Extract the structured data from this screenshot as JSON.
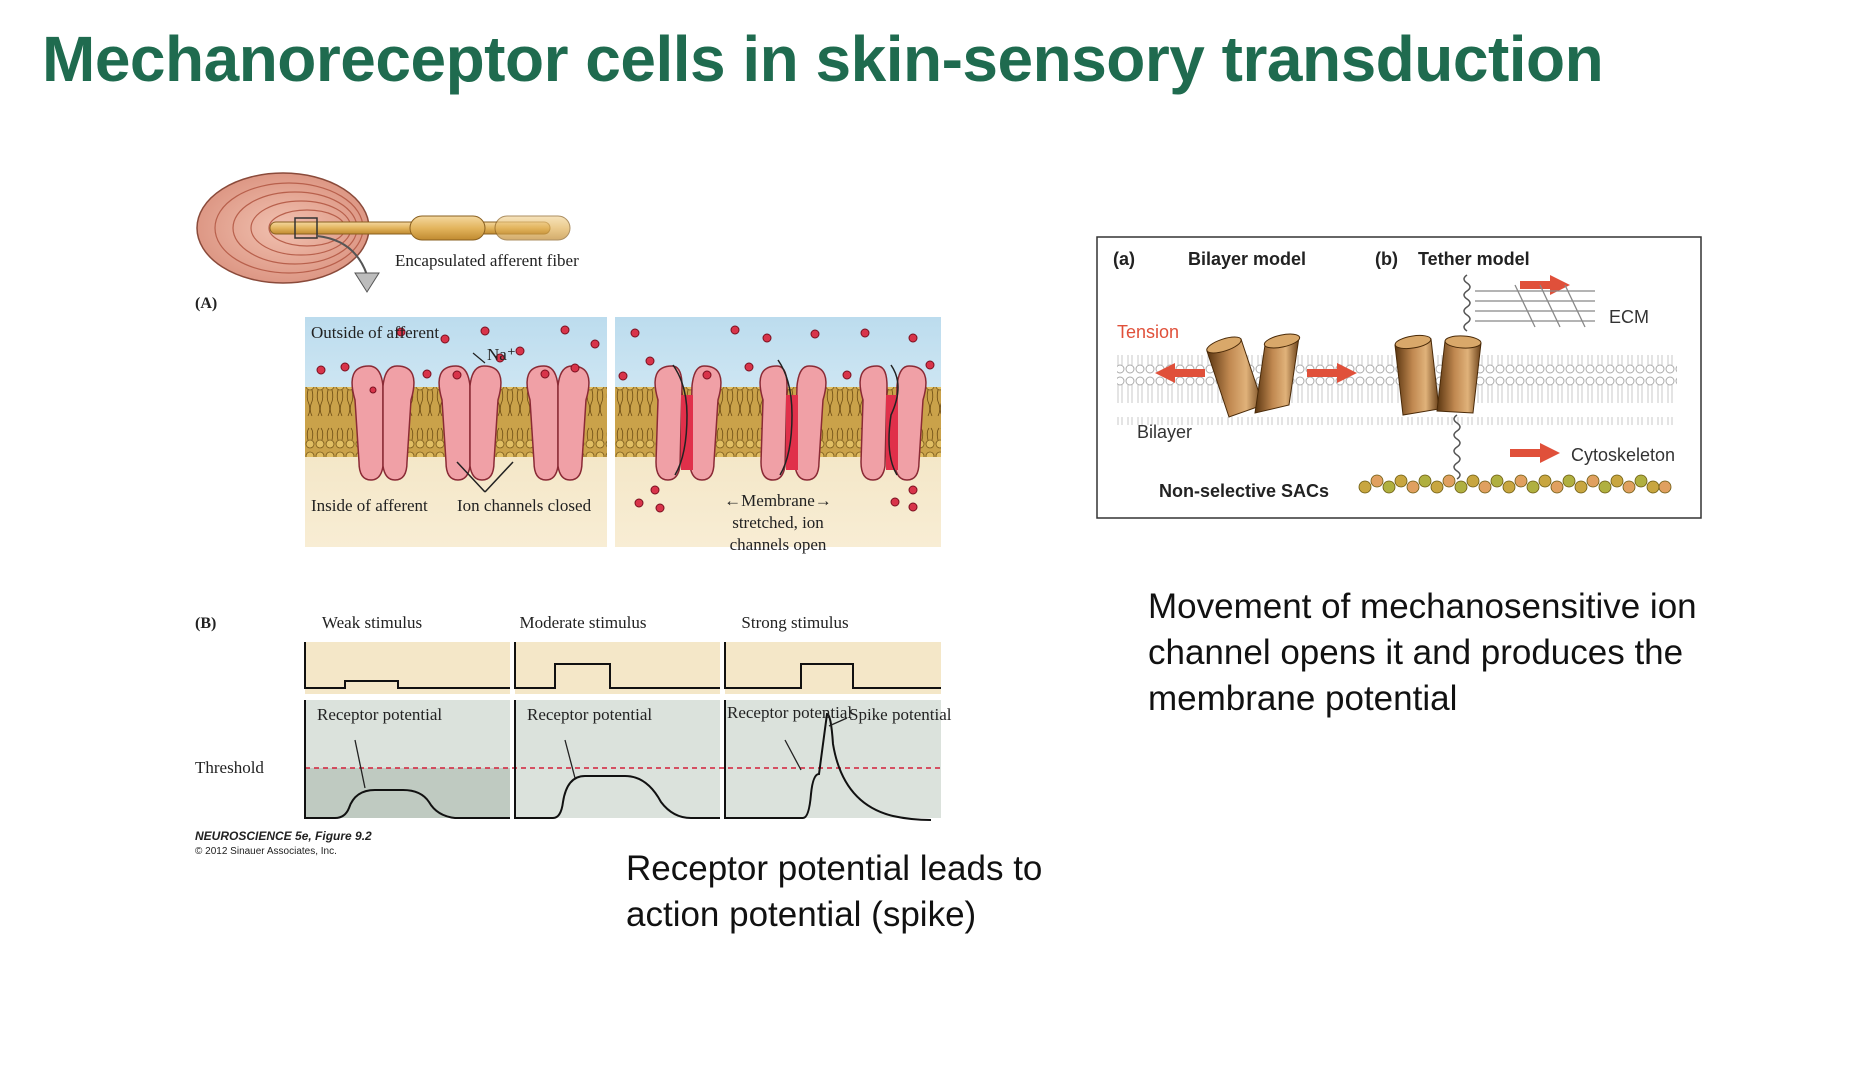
{
  "slide": {
    "title": "Mechanoreceptor cells in skin-sensory transduction",
    "caption_left": "Receptor potential leads to action potential (spike)",
    "caption_right": "Movement of mechanosensitive ion channel opens it and produces the membrane potential"
  },
  "figure_a": {
    "panel_label": "(A)",
    "fiber_label": "Encapsulated afferent fiber",
    "outside_label": "Outside of afferent",
    "ion_label": "Na⁺",
    "inside_label": "Inside of afferent",
    "channels_closed_label": "Ion channels closed",
    "membrane_label_1": "←Membrane→",
    "membrane_label_2": "stretched, ion",
    "membrane_label_3": "channels open"
  },
  "figure_b": {
    "panel_label": "(B)",
    "stimuli": [
      "Weak stimulus",
      "Moderate stimulus",
      "Strong stimulus"
    ],
    "receptor_label": "Receptor potential",
    "spike_label": "Spike potential",
    "threshold_label": "Threshold",
    "credit_1": "NEUROSCIENCE 5e, Figure 9.2",
    "credit_2": "© 2012 Sinauer Associates, Inc."
  },
  "figure_c": {
    "label_a": "(a)",
    "bilayer_model": "Bilayer model",
    "label_b": "(b)",
    "tether_model": "Tether model",
    "tension": "Tension",
    "bilayer": "Bilayer",
    "ecm": "ECM",
    "cytoskeleton": "Cytoskeleton",
    "sacs": "Non-selective SACs"
  },
  "colors": {
    "title": "#1f6b4f",
    "tension_red": "#e0503a",
    "cylinder_brown": "#8a5a2b",
    "threshold_red": "#d3203a"
  }
}
